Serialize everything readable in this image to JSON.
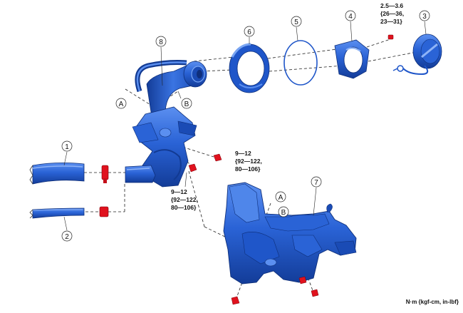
{
  "colors": {
    "part_fill": "#1f56c9",
    "part_light": "#4f86ea",
    "part_dark": "#123a92",
    "fastener": "#e0121e",
    "line": "#222222"
  },
  "callouts": {
    "c1": "1",
    "c2": "2",
    "c3": "3",
    "c4": "4",
    "c5": "5",
    "c6": "6",
    "c7": "7",
    "c8": "8",
    "cA1": "A",
    "cB1": "B",
    "cA2": "A",
    "cB2": "B"
  },
  "torque": {
    "cap": [
      "2.5—3.6",
      "{26—36,",
      "23—31}"
    ],
    "right": [
      "9—12",
      "{92—122,",
      "80—106}"
    ],
    "left": [
      "9—12",
      "{92—122,",
      "80—106}"
    ]
  },
  "unit_note": "N·m {kgf-cm, in-lbf}"
}
